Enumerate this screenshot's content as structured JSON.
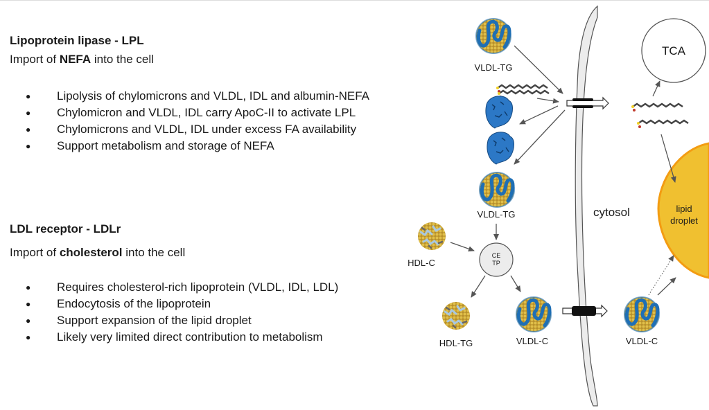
{
  "lpl": {
    "heading": "Lipoprotein lipase - LPL",
    "sub_prefix": "Import of ",
    "sub_bold": "NEFA",
    "sub_suffix": " into the cell",
    "bullets": [
      "Lipolysis of chylomicrons and VLDL, IDL and albumin-NEFA",
      "Chylomicron and VLDL, IDL carry ApoC-II to activate LPL",
      "Chylomicrons and VLDL, IDL under excess FA availability",
      "Support metabolism and storage of NEFA"
    ]
  },
  "ldlr": {
    "heading": "LDL receptor - LDLr",
    "sub_prefix": "Import of ",
    "sub_bold": "cholesterol",
    "sub_suffix": " into the cell",
    "bullets": [
      "Requires cholesterol-rich lipoprotein (VLDL, IDL, LDL)",
      "Endocytosis of the lipoprotein",
      "Support expansion of the lipid droplet",
      "Likely very limited direct contribution to metabolism"
    ]
  },
  "diagram": {
    "labels": {
      "vldl_tg_top": "VLDL-TG",
      "vldl_tg_mid": "VLDL-TG",
      "hdl_c": "HDL-C",
      "cetp_line1": "CE",
      "cetp_line2": "TP",
      "hdl_tg": "HDL-TG",
      "vldl_c_out": "VLDL-C",
      "vldl_c_in": "VLDL-C",
      "tca": "TCA",
      "cytosol": "cytosol",
      "lipid_droplet_line1": "lipid",
      "lipid_droplet_line2": "droplet"
    },
    "colors": {
      "lipid_droplet_fill": "#f0c030",
      "lipid_droplet_stroke": "#f39c12",
      "membrane_fill": "#ececec",
      "protein_blue": "#1f6fb5",
      "lipid_gold": "#c9a227",
      "arrow": "#555555"
    }
  }
}
